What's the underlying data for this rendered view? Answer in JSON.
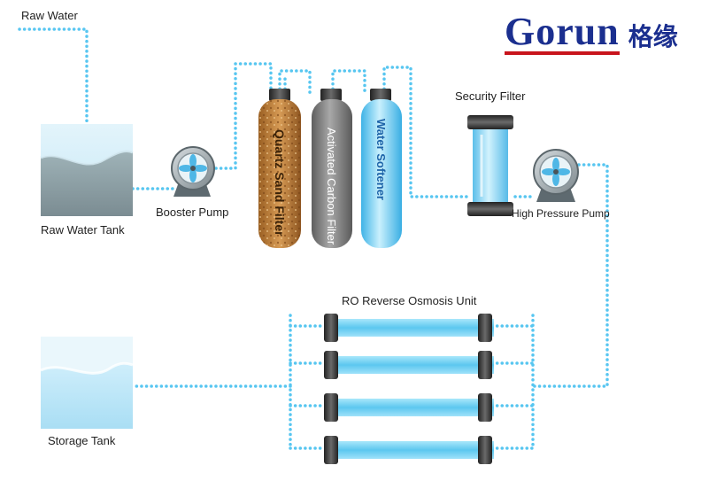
{
  "brand": {
    "name": "Gorun",
    "cn_name": "格缘"
  },
  "labels": {
    "raw_water": "Raw Water",
    "raw_water_tank": "Raw Water Tank",
    "booster_pump": "Booster Pump",
    "quartz_sand_filter": "Quartz Sand Filter",
    "activated_carbon_filter": "Activated Carbon Filter",
    "water_softener": "Water Softener",
    "security_filter": "Security Filter",
    "high_pressure_pump": "High Pressure Pump",
    "ro_unit": "RO Reverse Osmosis Unit",
    "storage_tank": "Storage Tank"
  },
  "colors": {
    "pipe": "#4fc3f0",
    "tank_water": "#8a9aa0",
    "sand": "#c8873a",
    "carbon": "#8a8a8a",
    "softener": "#6fd0f5",
    "membrane": "#7fd8f5",
    "end_cap": "#3a3a3a",
    "brand_blue": "#1b2f8f",
    "brand_red": "#c8141c"
  }
}
